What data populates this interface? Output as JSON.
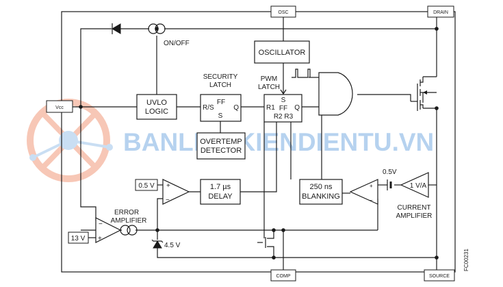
{
  "pins": {
    "osc": "OSC",
    "drain": "DRAIN",
    "vcc": "Vcc",
    "comp": "COMP",
    "source": "SOURCE"
  },
  "blocks": {
    "oscillator": "OSCILLATOR",
    "uvlo_line1": "UVLO",
    "uvlo_line2": "LOGIC",
    "security_line1": "SECURITY",
    "security_line2": "LATCH",
    "sec_rs": "R/S",
    "sec_ff": "FF",
    "sec_q": "Q",
    "sec_s": "S",
    "pwm_line1": "PWM",
    "pwm_line2": "LATCH",
    "pwm_s": "S",
    "pwm_r1": "R1",
    "pwm_ff": "FF",
    "pwm_q": "Q",
    "pwm_r2r3": "R2 R3",
    "overtemp_line1": "OVERTEMP",
    "overtemp_line2": "DETECTOR",
    "delay_line1": "1.7 µs",
    "delay_line2": "DELAY",
    "blanking_line1": "250 ns",
    "blanking_line2": "BLANKING"
  },
  "labels": {
    "on_off": "ON/OFF",
    "ref_0_5v": "0.5 V",
    "ref_0_5v_current": "0.5V",
    "gain": "1 V/A",
    "current_amp_line1": "CURRENT",
    "current_amp_line2": "AMPLIFIER",
    "error_amp_line1": "ERROR",
    "error_amp_line2": "AMPLIFIER",
    "ref_13v": "13 V",
    "zener": "4.5 V",
    "plus": "+",
    "minus": "−",
    "doc_code": "FC00231"
  },
  "watermark": "BANLINHKIENDIENTU.VN",
  "colors": {
    "line": "#1a1a1a",
    "watermark_blue": "#9ec4ea",
    "watermark_orange": "#f29a7c"
  }
}
